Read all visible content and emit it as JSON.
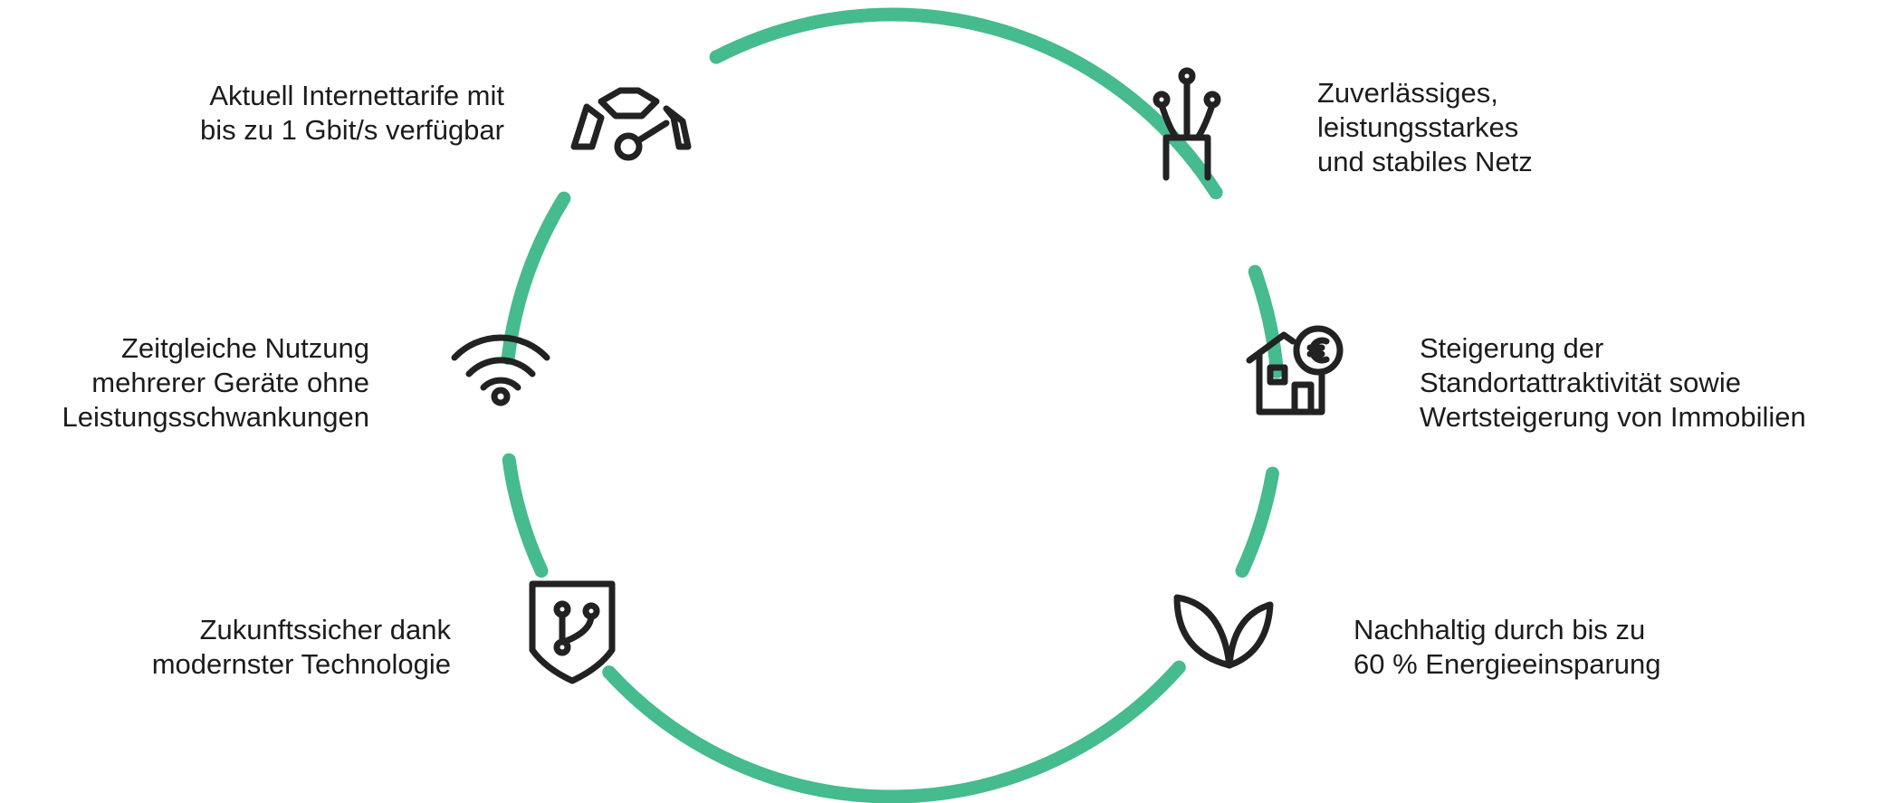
{
  "accent_color": "#45bb8e",
  "icon_color": "#222222",
  "features": [
    {
      "id": "speed",
      "icon": "speedometer-icon",
      "lines": [
        "Aktuell Internettarife mit",
        "bis zu 1 Gbit/s verfügbar"
      ]
    },
    {
      "id": "network",
      "icon": "fiber-optic-icon",
      "lines": [
        "Zuverlässiges,",
        "leistungsstarkes",
        "und stabiles Netz"
      ]
    },
    {
      "id": "devices",
      "icon": "wifi-icon",
      "lines": [
        "Zeitgleiche Nutzung",
        "mehrerer Geräte ohne",
        "Leistungsschwankungen"
      ]
    },
    {
      "id": "property",
      "icon": "house-euro-icon",
      "lines": [
        "Steigerung der",
        "Standortattraktivität sowie",
        "Wertsteigerung von Immobilien"
      ]
    },
    {
      "id": "future",
      "icon": "shield-git-icon",
      "lines": [
        "Zukunftssicher dank",
        "modernster Technologie"
      ]
    },
    {
      "id": "sustainable",
      "icon": "sprout-icon",
      "lines": [
        "Nachhaltig durch bis zu",
        "60 % Energieeinsparung"
      ]
    }
  ]
}
